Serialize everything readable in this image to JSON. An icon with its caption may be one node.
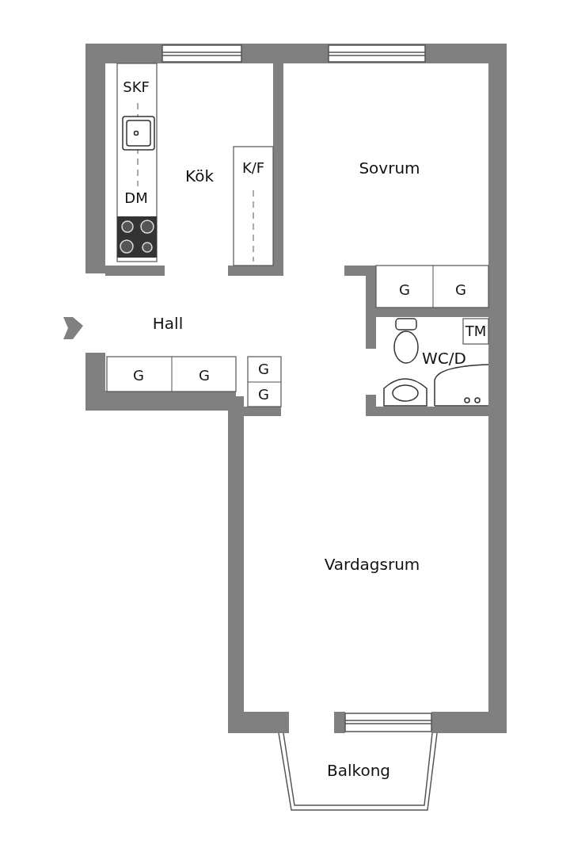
{
  "diagram": {
    "labels": [
      "SKF",
      "Kök",
      "K/F",
      "DM",
      "Sovrum",
      "G",
      "G",
      "Hall",
      "TM",
      "WC/D",
      "G",
      "G",
      "G",
      "G",
      "Vardagsrum",
      "Balkong"
    ]
  }
}
